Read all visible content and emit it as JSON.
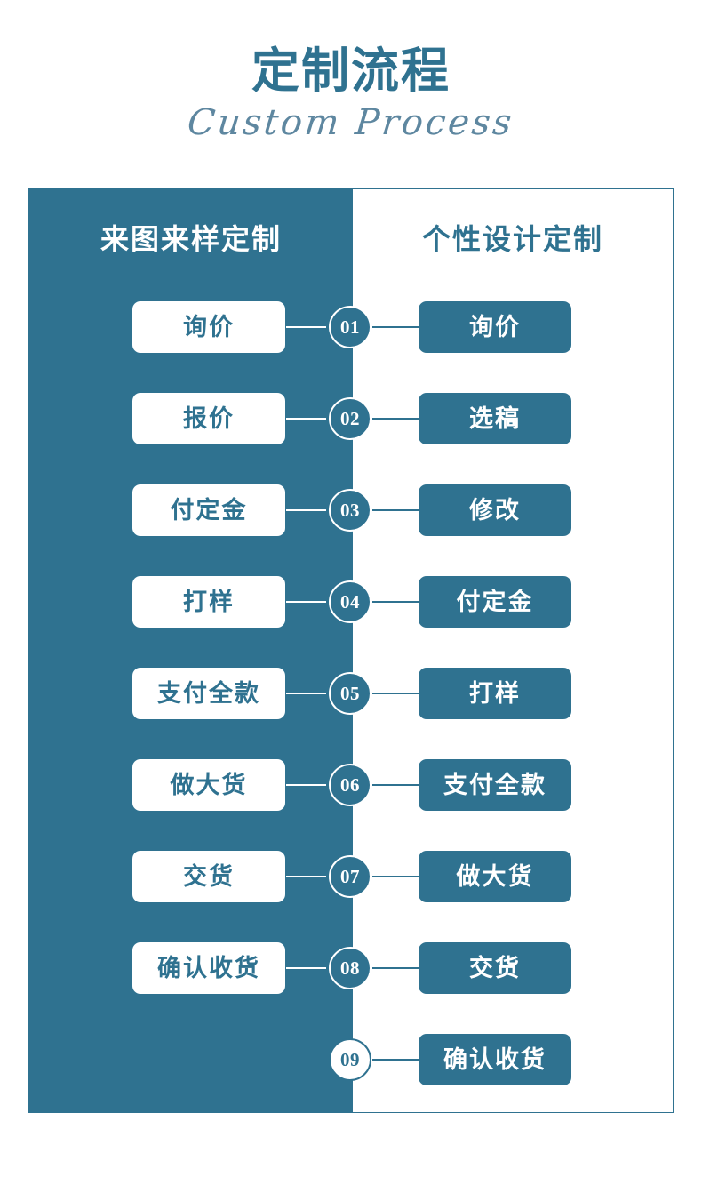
{
  "header": {
    "title": "定制流程",
    "subtitle": "Custom Process"
  },
  "colors": {
    "teal": "#2F7290",
    "white": "#FFFFFF",
    "subtitle_blue": "#5E87A0"
  },
  "columns": {
    "left_heading": "来图来样定制",
    "right_heading": "个性设计定制"
  },
  "rows": [
    {
      "number": "01",
      "left": "询价",
      "right": "询价",
      "has_left": true,
      "circle_style": "on-split"
    },
    {
      "number": "02",
      "left": "报价",
      "right": "选稿",
      "has_left": true,
      "circle_style": "on-split"
    },
    {
      "number": "03",
      "left": "付定金",
      "right": "修改",
      "has_left": true,
      "circle_style": "on-split"
    },
    {
      "number": "04",
      "left": "打样",
      "right": "付定金",
      "has_left": true,
      "circle_style": "on-split"
    },
    {
      "number": "05",
      "left": "支付全款",
      "right": "打样",
      "has_left": true,
      "circle_style": "on-split"
    },
    {
      "number": "06",
      "left": "做大货",
      "right": "支付全款",
      "has_left": true,
      "circle_style": "on-split"
    },
    {
      "number": "07",
      "left": "交货",
      "right": "做大货",
      "has_left": true,
      "circle_style": "on-split"
    },
    {
      "number": "08",
      "left": "确认收货",
      "right": "交货",
      "has_left": true,
      "circle_style": "on-split"
    },
    {
      "number": "09",
      "left": "",
      "right": "确认收货",
      "has_left": false,
      "circle_style": "on-white"
    }
  ]
}
